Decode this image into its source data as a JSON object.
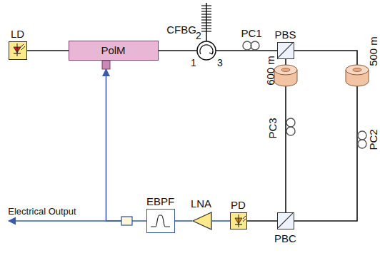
{
  "diagram": {
    "nodes": [
      {
        "text": [
          "LD"
        ]
      },
      {
        "text": [
          "PolM"
        ]
      },
      {
        "text": [
          "PBS"
        ]
      },
      {
        "text": [
          "PBC"
        ]
      },
      {
        "text": [
          "PD"
        ]
      },
      {
        "text": [
          "LNA"
        ]
      },
      {
        "text": [
          "EBPF"
        ]
      }
    ],
    "edges": [
      {
        "from": 0,
        "to": 1,
        "arrow": "none"
      },
      {
        "from": 2,
        "to": 3,
        "arrow": "none"
      },
      {
        "from": 2,
        "to": 3,
        "arrow": "none"
      },
      {
        "from": 3,
        "to": 4,
        "arrow": "none"
      },
      {
        "from": 4,
        "to": 5,
        "arrow": "none"
      },
      {
        "from": 5,
        "to": 6,
        "arrow": "none"
      },
      {
        "from": 6,
        "to": 1,
        "arrow": "to"
      }
    ],
    "labels": [
      "CFBG",
      "2",
      "1",
      "3",
      "PC1",
      "600 m",
      "500 m",
      "PC3",
      "PC2",
      "Electrical Output"
    ]
  }
}
